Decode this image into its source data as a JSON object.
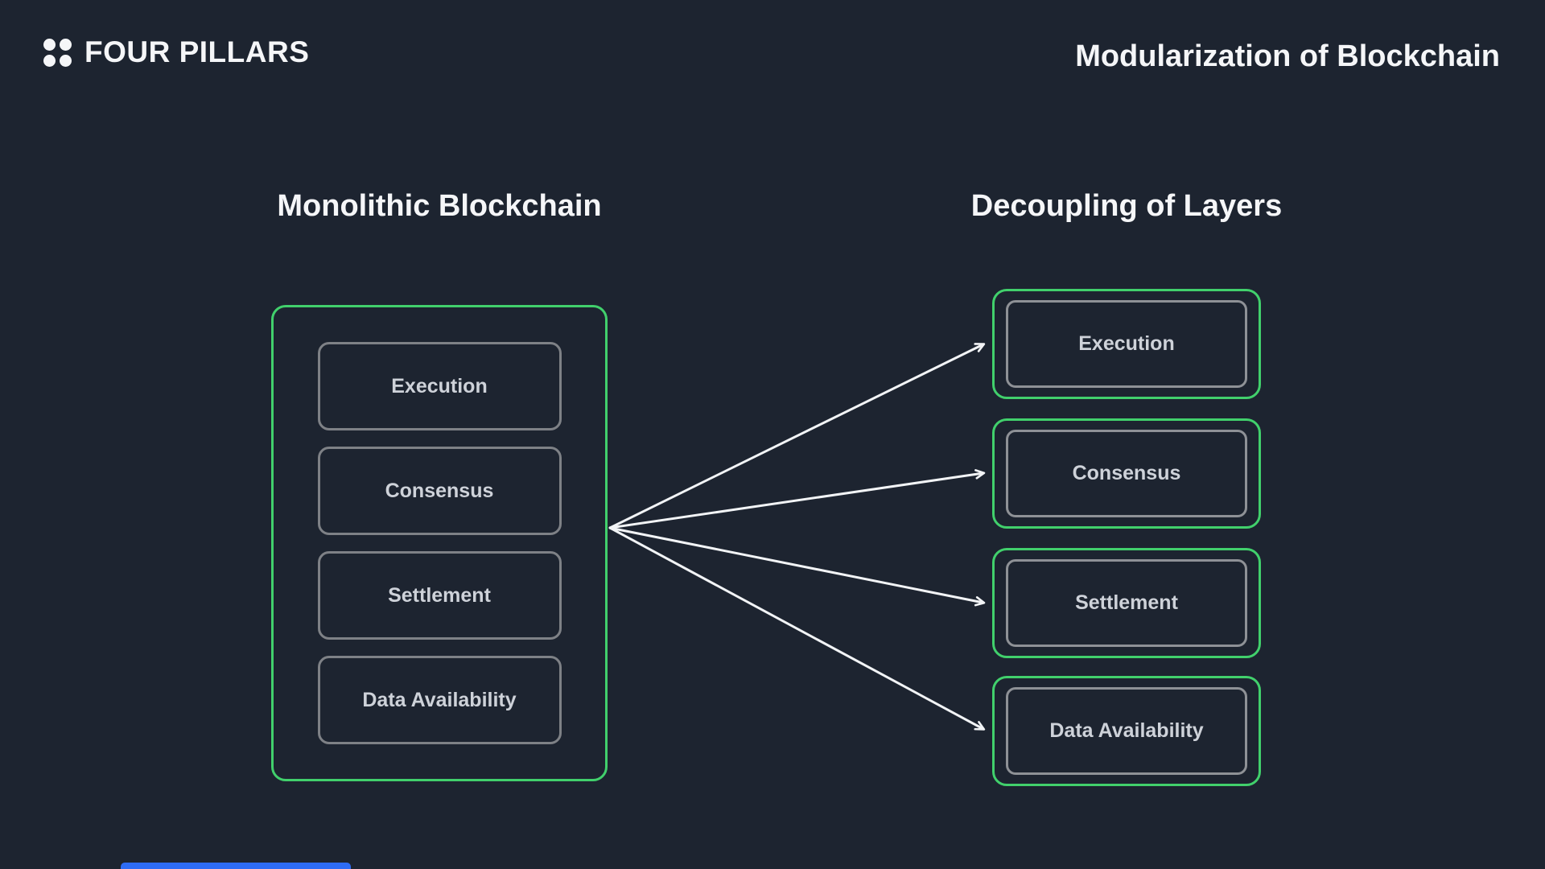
{
  "brand": {
    "name": "FOUR PILLARS",
    "logo_icon": "four-dots-logo-icon"
  },
  "title": "Modularization of Blockchain",
  "monolithic": {
    "heading": "Monolithic Blockchain",
    "layers": [
      "Execution",
      "Consensus",
      "Settlement",
      "Data Availability"
    ]
  },
  "modular": {
    "heading": "Decoupling of Layers",
    "layers": [
      "Execution",
      "Consensus",
      "Settlement",
      "Data Availability"
    ]
  },
  "arrows": {
    "count": 4,
    "style": "white lines fanning from monolithic container to each decoupled layer"
  },
  "colors": {
    "background": "#1d2430",
    "accent_green": "#41d06c",
    "inner_border_gray_left": "#7e8186",
    "inner_border_gray_right": "#8e9196",
    "box_label_text": "#ced2d9",
    "heading_text": "#f5f6f8",
    "arrow_white": "#f2f4f6",
    "progress_blue": "#2e6cf5"
  }
}
